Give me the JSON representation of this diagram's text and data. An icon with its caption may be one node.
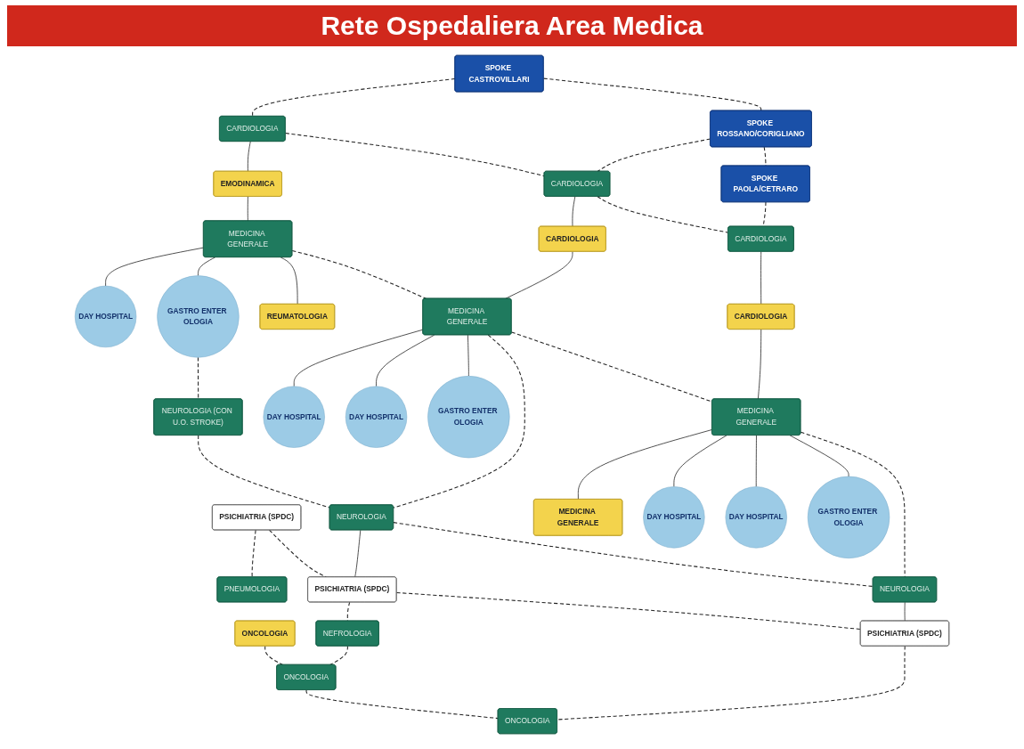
{
  "diagram": {
    "title": "Rete Ospedaliera Area Medica",
    "nodes": [
      {
        "text": [
          "SPOKE CASTROVILLARI"
        ]
      },
      {
        "text": [
          "SPOKE ROSSANO/CORIGLIANO"
        ]
      },
      {
        "text": [
          "SPOKE PAOLA/CETRARO"
        ]
      },
      {
        "text": [
          "CARDIOLOGIA"
        ]
      },
      {
        "text": [
          "CARDIOLOGIA"
        ]
      },
      {
        "text": [
          "CARDIOLOGIA"
        ]
      },
      {
        "text": [
          "EMODINAMICA"
        ]
      },
      {
        "text": [
          "CARDIOLOGIA"
        ]
      },
      {
        "text": [
          "CARDIOLOGIA"
        ]
      },
      {
        "text": [
          "MEDICINA GENERALE"
        ]
      },
      {
        "text": [
          "MEDICINA GENERALE"
        ]
      },
      {
        "text": [
          "MEDICINA GENERALE"
        ]
      },
      {
        "text": [
          "MEDICINA GENERALE"
        ]
      },
      {
        "text": [
          "REUMATOLOGIA"
        ]
      },
      {
        "text": [
          "DAY HOSPITAL"
        ]
      },
      {
        "text": [
          "GASTRO ENTER OLOGIA"
        ]
      },
      {
        "text": [
          "DAY HOSPITAL"
        ]
      },
      {
        "text": [
          "DAY HOSPITAL"
        ]
      },
      {
        "text": [
          "GASTRO ENTER OLOGIA"
        ]
      },
      {
        "text": [
          "DAY HOSPITAL"
        ]
      },
      {
        "text": [
          "DAY HOSPITAL"
        ]
      },
      {
        "text": [
          "GASTRO ENTER OLOGIA"
        ]
      },
      {
        "text": [
          "NEUROLOGIA (CON U.O. STROKE)"
        ]
      },
      {
        "text": [
          "NEUROLOGIA"
        ]
      },
      {
        "text": [
          "NEUROLOGIA"
        ]
      },
      {
        "text": [
          "PSICHIATRIA (SPDC)"
        ]
      },
      {
        "text": [
          "PSICHIATRIA (SPDC)"
        ]
      },
      {
        "text": [
          "PSICHIATRIA (SPDC)"
        ]
      },
      {
        "text": [
          "NEFROLOGIA"
        ]
      },
      {
        "text": [
          "PNEUMOLOGIA"
        ]
      },
      {
        "text": [
          "ONCOLOGIA"
        ]
      },
      {
        "text": [
          "ONCOLOGIA"
        ]
      },
      {
        "text": [
          "ONCOLOGIA"
        ]
      }
    ],
    "edges": [
      {
        "from": 0,
        "to": 3,
        "arrow": "none",
        "style": "dashed"
      },
      {
        "from": 3,
        "to": 6,
        "arrow": "none"
      },
      {
        "from": 6,
        "to": 9,
        "arrow": "none"
      },
      {
        "from": 9,
        "to": 14,
        "arrow": "none"
      },
      {
        "from": 9,
        "to": 15,
        "arrow": "none"
      },
      {
        "from": 9,
        "to": 13,
        "arrow": "none"
      },
      {
        "from": 15,
        "to": 22,
        "arrow": "none",
        "style": "dashed"
      },
      {
        "from": 25,
        "to": 29,
        "arrow": "none",
        "style": "dashed"
      },
      {
        "from": 1,
        "to": 4,
        "arrow": "none",
        "style": "dashed"
      },
      {
        "from": 4,
        "to": 7,
        "arrow": "none"
      },
      {
        "from": 7,
        "to": 10,
        "arrow": "none"
      },
      {
        "from": 10,
        "to": 16,
        "arrow": "none"
      },
      {
        "from": 10,
        "to": 17,
        "arrow": "none"
      },
      {
        "from": 10,
        "to": 18,
        "arrow": "none"
      },
      {
        "from": 10,
        "to": 23,
        "arrow": "none",
        "style": "dashed"
      },
      {
        "from": 23,
        "to": 26,
        "arrow": "none"
      },
      {
        "from": 26,
        "to": 28,
        "arrow": "none",
        "style": "dashed"
      },
      {
        "from": 28,
        "to": 31,
        "arrow": "none",
        "style": "dashed"
      },
      {
        "from": 2,
        "to": 5,
        "arrow": "none",
        "style": "dashed"
      },
      {
        "from": 5,
        "to": 8,
        "arrow": "none"
      },
      {
        "from": 8,
        "to": 11,
        "arrow": "none"
      },
      {
        "from": 11,
        "to": 12,
        "arrow": "none"
      },
      {
        "from": 11,
        "to": 19,
        "arrow": "none"
      },
      {
        "from": 11,
        "to": 20,
        "arrow": "none"
      },
      {
        "from": 11,
        "to": 21,
        "arrow": "none"
      },
      {
        "from": 11,
        "to": 24,
        "arrow": "none",
        "style": "dashed"
      },
      {
        "from": 24,
        "to": 27,
        "arrow": "none"
      },
      {
        "from": 27,
        "to": 32,
        "arrow": "none",
        "style": "dashed"
      },
      {
        "from": 0,
        "to": 1,
        "arrow": "none",
        "style": "dashed"
      },
      {
        "from": 1,
        "to": 2,
        "arrow": "none",
        "style": "dashed"
      },
      {
        "from": 3,
        "to": 4,
        "arrow": "none",
        "style": "dashed"
      },
      {
        "from": 4,
        "to": 5,
        "arrow": "none",
        "style": "dashed"
      },
      {
        "from": 9,
        "to": 10,
        "arrow": "none",
        "style": "dashed"
      },
      {
        "from": 10,
        "to": 11,
        "arrow": "none",
        "style": "dashed"
      },
      {
        "from": 22,
        "to": 23,
        "arrow": "none",
        "style": "dashed"
      },
      {
        "from": 23,
        "to": 24,
        "arrow": "none",
        "style": "dashed"
      },
      {
        "from": 25,
        "to": 26,
        "arrow": "none",
        "style": "dashed"
      },
      {
        "from": 26,
        "to": 27,
        "arrow": "none",
        "style": "dashed"
      },
      {
        "from": 30,
        "to": 31,
        "arrow": "none",
        "style": "dashed"
      },
      {
        "from": 31,
        "to": 32,
        "arrow": "none",
        "style": "dashed"
      }
    ]
  }
}
